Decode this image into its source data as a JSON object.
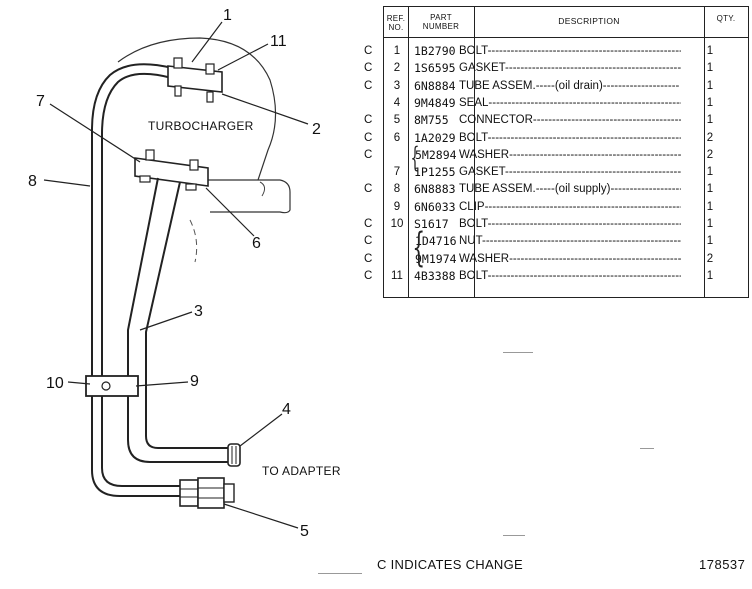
{
  "diagram": {
    "labels": {
      "turbocharger": "TURBOCHARGER",
      "to_adapter": "TO ADAPTER"
    },
    "callouts": [
      "1",
      "11",
      "2",
      "7",
      "8",
      "6",
      "3",
      "10",
      "9",
      "4",
      "5"
    ]
  },
  "table": {
    "headers": {
      "ref_line1": "REF.",
      "ref_line2": "NO.",
      "part_line1": "PART",
      "part_line2": "NUMBER",
      "description": "DESCRIPTION",
      "qty": "QTY."
    },
    "rows": [
      {
        "change": "C",
        "ref": "1",
        "part": "1B2790",
        "desc": "BOLT",
        "note": "",
        "qty": "1"
      },
      {
        "change": "C",
        "ref": "2",
        "part": "1S6595",
        "desc": "GASKET",
        "note": "",
        "qty": "1"
      },
      {
        "change": "C",
        "ref": "3",
        "part": "6N8884",
        "desc": "TUBE ASSEM.",
        "note": "(oil drain)",
        "qty": "1"
      },
      {
        "change": "",
        "ref": "4",
        "part": "9M4849",
        "desc": "SEAL",
        "note": "",
        "qty": "1"
      },
      {
        "change": "C",
        "ref": "5",
        "part": "8M755",
        "desc": "CONNECTOR",
        "note": "",
        "qty": "1"
      },
      {
        "change": "C",
        "ref": "6",
        "part": "1A2029",
        "desc": "BOLT",
        "note": "",
        "qty": "2"
      },
      {
        "change": "C",
        "ref": "",
        "part": "5M2894",
        "desc": "WASHER",
        "note": "",
        "qty": "2"
      },
      {
        "change": "",
        "ref": "7",
        "part": "1P1255",
        "desc": "GASKET",
        "note": "",
        "qty": "1"
      },
      {
        "change": "C",
        "ref": "8",
        "part": "6N8883",
        "desc": "TUBE ASSEM.",
        "note": "(oil supply)",
        "qty": "1"
      },
      {
        "change": "",
        "ref": "9",
        "part": "6N6033",
        "desc": "CLIP",
        "note": "",
        "qty": "1"
      },
      {
        "change": "C",
        "ref": "10",
        "part": "S1617",
        "desc": "BOLT",
        "note": "",
        "qty": "1"
      },
      {
        "change": "C",
        "ref": "",
        "part": "1D4716",
        "desc": "NUT",
        "note": "",
        "qty": "1"
      },
      {
        "change": "C",
        "ref": "",
        "part": "9M1974",
        "desc": "WASHER",
        "note": "",
        "qty": "2"
      },
      {
        "change": "C",
        "ref": "11",
        "part": "4B3388",
        "desc": "BOLT",
        "note": "",
        "qty": "1"
      }
    ]
  },
  "footer": {
    "legend": "C INDICATES CHANGE",
    "ref_number": "178537"
  }
}
